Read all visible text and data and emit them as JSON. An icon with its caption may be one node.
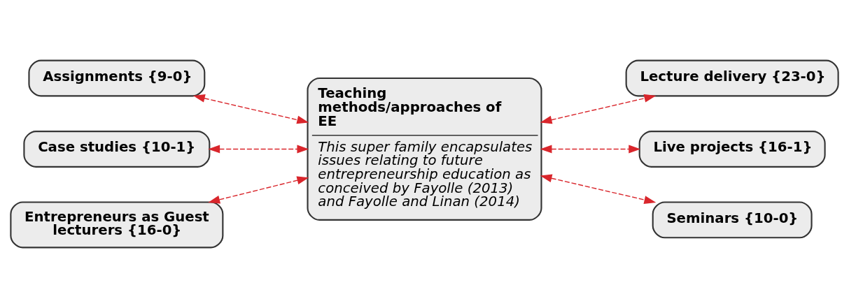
{
  "diagram": {
    "nodes": [
      {
        "text": [
          "Teaching methods/approaches of EE",
          "This super family encapsulates issues relating to future entrepreneurship education as conceived by Fayolle (2013) and Fayolle and Linan (2014)"
        ]
      },
      {
        "text": [
          "Assignments {9-0}"
        ]
      },
      {
        "text": [
          "Lecture delivery {23-0}"
        ]
      },
      {
        "text": [
          "Case studies {10-1}"
        ]
      },
      {
        "text": [
          "Live projects {16-1}"
        ]
      },
      {
        "text": [
          "Entrepreneurs as Guest lecturers {16-0}"
        ]
      },
      {
        "text": [
          "Seminars {10-0}"
        ]
      }
    ],
    "edges": [
      {
        "from": 1,
        "to": 0,
        "arrow": "both",
        "style": "dashed"
      },
      {
        "from": 0,
        "to": 2,
        "arrow": "both",
        "style": "dashed"
      },
      {
        "from": 3,
        "to": 0,
        "arrow": "both",
        "style": "dashed"
      },
      {
        "from": 0,
        "to": 4,
        "arrow": "both",
        "style": "dashed"
      },
      {
        "from": 5,
        "to": 0,
        "arrow": "both",
        "style": "dashed"
      },
      {
        "from": 0,
        "to": 6,
        "arrow": "both",
        "style": "dashed"
      }
    ]
  }
}
